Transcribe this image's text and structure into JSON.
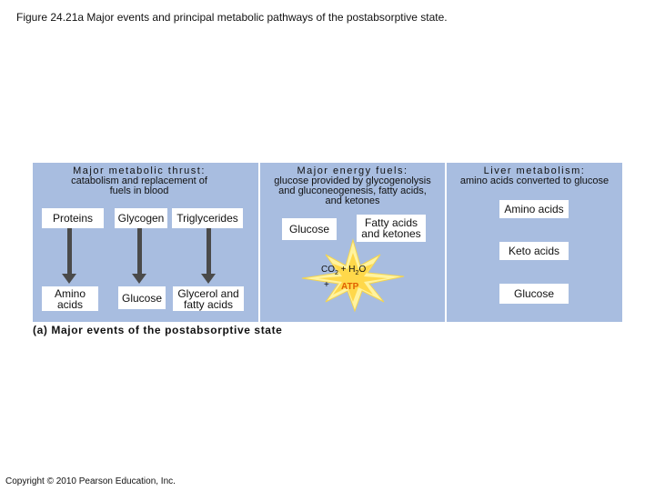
{
  "figure": {
    "title": "Figure 24.21a  Major events and principal metabolic pathways of the postabsorptive state.",
    "copyright": "Copyright © 2010 Pearson Education, Inc.",
    "caption": "(a) Major events of the postabsorptive state"
  },
  "sections": {
    "thrust": {
      "title": "Major metabolic thrust:",
      "body_line1": "catabolism and replacement of",
      "body_line2": "fuels in blood"
    },
    "fuels": {
      "title": "Major energy fuels:",
      "body_line1": "glucose provided by glycogenolysis",
      "body_line2": "and gluconeogenesis, fatty acids,",
      "body_line3": "and ketones"
    },
    "liver": {
      "title": "Liver metabolism:",
      "body_line1": "amino acids converted to glucose"
    }
  },
  "boxes": {
    "proteins": "Proteins",
    "glycogen": "Glycogen",
    "triglycerides": "Triglycerides",
    "amino_acids_line1": "Amino",
    "amino_acids_line2": "acids",
    "glucose_left": "Glucose",
    "glycerol_line1": "Glycerol and",
    "glycerol_line2": "fatty acids",
    "glucose_mid": "Glucose",
    "fatty_ketones_line1": "Fatty acids",
    "fatty_ketones_line2": "and ketones",
    "liver_amino_acids": "Amino acids",
    "keto_acids": "Keto acids",
    "liver_glucose": "Glucose"
  },
  "energy": {
    "co2": "CO",
    "co2_sub": "2",
    "plus1": " + H",
    "h2o_sub": "2",
    "h2o_o": "O",
    "plus2": "+",
    "atp": "ATP"
  },
  "colors": {
    "panel": "#a8bde0",
    "arrow": "#4a4a4a",
    "starburst": "#fff3a0",
    "atp_text": "#e06000"
  }
}
